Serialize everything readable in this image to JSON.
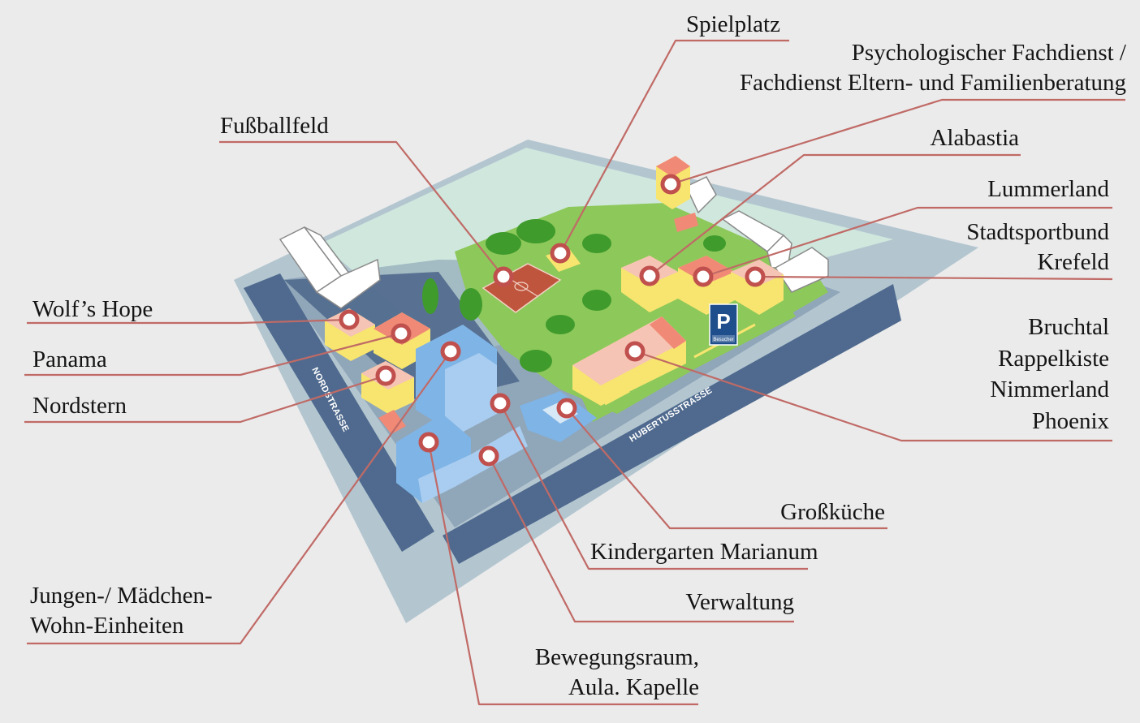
{
  "streets": {
    "north": "NORDSTRASSE",
    "east": "HUBERTUSSTRASSE"
  },
  "parking": {
    "symbol": "P",
    "caption": "Besucher"
  },
  "labels": {
    "spielplatz": [
      "Spielplatz"
    ],
    "psychologischer": [
      "Psychologischer Fachdienst /",
      "Fachdienst Eltern- und Familienberatung"
    ],
    "fussballfeld": [
      "Fußballfeld"
    ],
    "alabastia": [
      "Alabastia"
    ],
    "lummerland": [
      "Lummerland"
    ],
    "stadtsportbund": [
      "Stadtsportbund",
      "Krefeld"
    ],
    "wolfs_hope": [
      "Wolf’s Hope"
    ],
    "panama": [
      "Panama"
    ],
    "nordstern": [
      "Nordstern"
    ],
    "bruchtal_group": [
      "Bruchtal",
      "Rappelkiste",
      "Nimmerland",
      "Phoenix"
    ],
    "grosskueche": [
      "Großküche"
    ],
    "kindergarten": [
      "Kindergarten Marianum"
    ],
    "verwaltung": [
      "Verwaltung"
    ],
    "jungen_maedchen": [
      "Jungen-/ Mädchen-",
      "Wohn-Einheiten"
    ],
    "bewegungsraum": [
      "Bewegungsraum,",
      "Aula. Kapelle"
    ]
  },
  "colors": {
    "background": "#ebebeb",
    "leader_line": "#c06a66",
    "street": "#4f6a8e",
    "lawn": "#8dc85a",
    "meadow": "#cfe7dd",
    "ground": "#a9bfcb",
    "roof_red": "#f08a76",
    "roof_pink": "#f6c4b4",
    "wall_yellow": "#f7e56f",
    "blue_building": "#7fb4e6",
    "tree": "#3f9b2c",
    "parking": "#1e4f8c"
  }
}
